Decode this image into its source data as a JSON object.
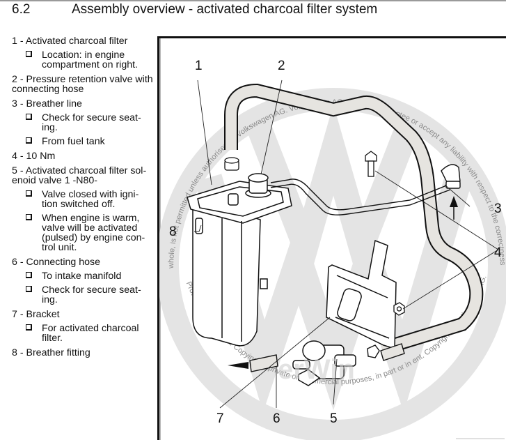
{
  "page": {
    "section_number": "6.2",
    "section_title": "Assembly overview - activated charcoal filter system"
  },
  "legend": {
    "items": [
      {
        "title": "1 - Activated charcoal filter",
        "notes": [
          "Location: in engine compartment on right."
        ]
      },
      {
        "title": "2 - Pressure retention valve with connecting hose",
        "notes": []
      },
      {
        "title": "3 - Breather line",
        "notes": [
          "Check for secure seat-ing.",
          "From fuel tank"
        ]
      },
      {
        "title": "4 - 10 Nm",
        "notes": []
      },
      {
        "title": "5 - Activated charcoal filter sol-enoid valve 1 -N80-",
        "notes": [
          "Valve closed with igni-tion switched off.",
          "When engine is warm, valve will be activated (pulsed) by engine con-trol unit."
        ]
      },
      {
        "title": "6 - Connecting hose",
        "notes": [
          "To intake manifold",
          "Check for secure seat-ing."
        ]
      },
      {
        "title": "7 - Bracket",
        "notes": [
          "For activated charcoal filter."
        ]
      },
      {
        "title": "8 - Breather fitting",
        "notes": []
      }
    ]
  },
  "figure": {
    "callouts": [
      "1",
      "2",
      "3",
      "4",
      "5",
      "6",
      "7",
      "8"
    ],
    "watermark_top": "whole, is not permitted unless authorised by Volkswagen AG. Volkswagen AG does not guarantee or accept any liability with respect to the correctness of informa",
    "watermark_bottom": "Protected by copyright. Copying for private or commercial purposes, in part or in ent. Copyright by Volkswagen AG.",
    "logo_overlay_text": "erWin",
    "colors": {
      "hose_fill": "#e6e4e0",
      "watermark_gray": "#e2e2e2",
      "line": "#111111"
    }
  }
}
